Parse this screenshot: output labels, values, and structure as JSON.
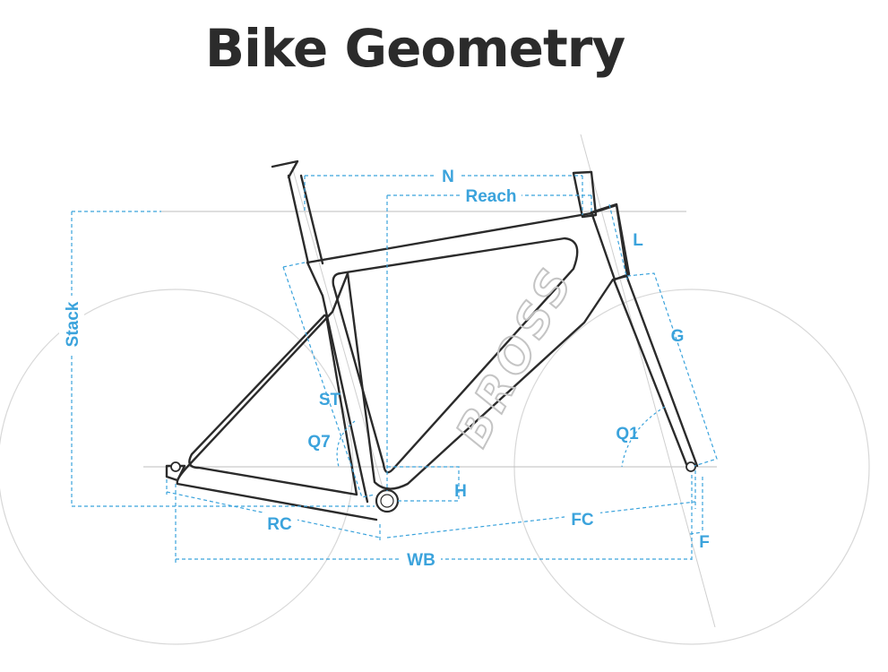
{
  "title": "Bike Geometry",
  "brand": "BROSS",
  "colors": {
    "dimension": "#3ba3dc",
    "frame": "#2b2b2b",
    "wheel": "#d8d8d8",
    "reference": "#bdbdbd",
    "brand": "#c4c4c4"
  },
  "labels": {
    "n": "N",
    "reach": "Reach",
    "l": "L",
    "stack": "Stack",
    "g": "G",
    "st": "ST",
    "q7": "Q7",
    "q1": "Q1",
    "h": "H",
    "rc": "RC",
    "fc": "FC",
    "f": "F",
    "wb": "WB"
  }
}
